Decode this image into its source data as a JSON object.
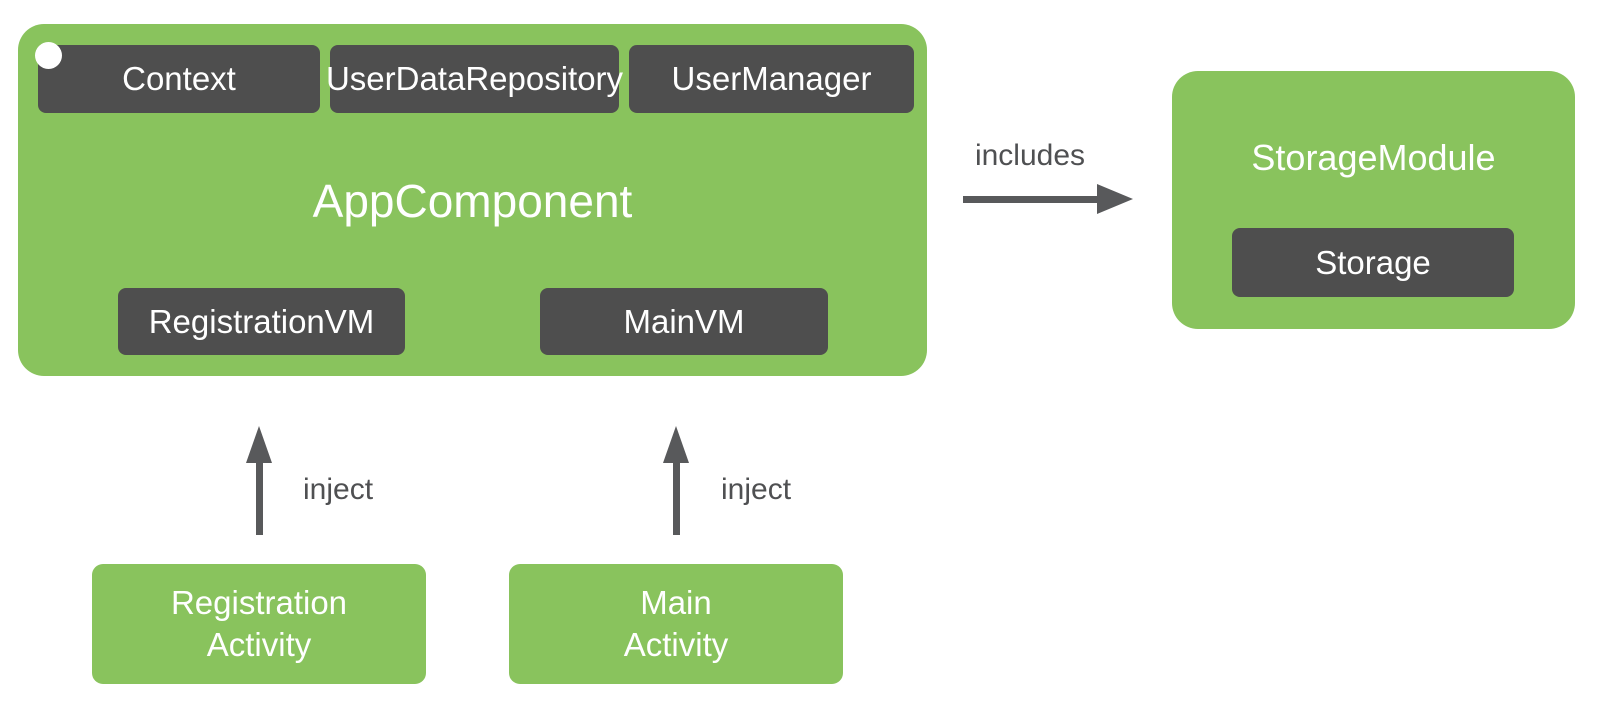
{
  "diagram": {
    "app_component": {
      "title": "AppComponent",
      "dependencies": [
        "Context",
        "UserDataRepository",
        "UserManager"
      ],
      "view_models": [
        "RegistrationVM",
        "MainVM"
      ]
    },
    "storage_module": {
      "title": "StorageModule",
      "binding": "Storage"
    },
    "activities": {
      "registration": "Registration\nActivity",
      "main": "Main\nActivity"
    },
    "relations": {
      "includes": "includes",
      "inject_registration": "inject",
      "inject_main": "inject"
    },
    "colors": {
      "component_green": "#89C35D",
      "chip_dark_gray": "#4E4E4E",
      "arrow_gray": "#58595B",
      "relation_label_gray": "#4F5052",
      "text_white": "#FFFFFF",
      "background": "#FFFFFF"
    }
  }
}
